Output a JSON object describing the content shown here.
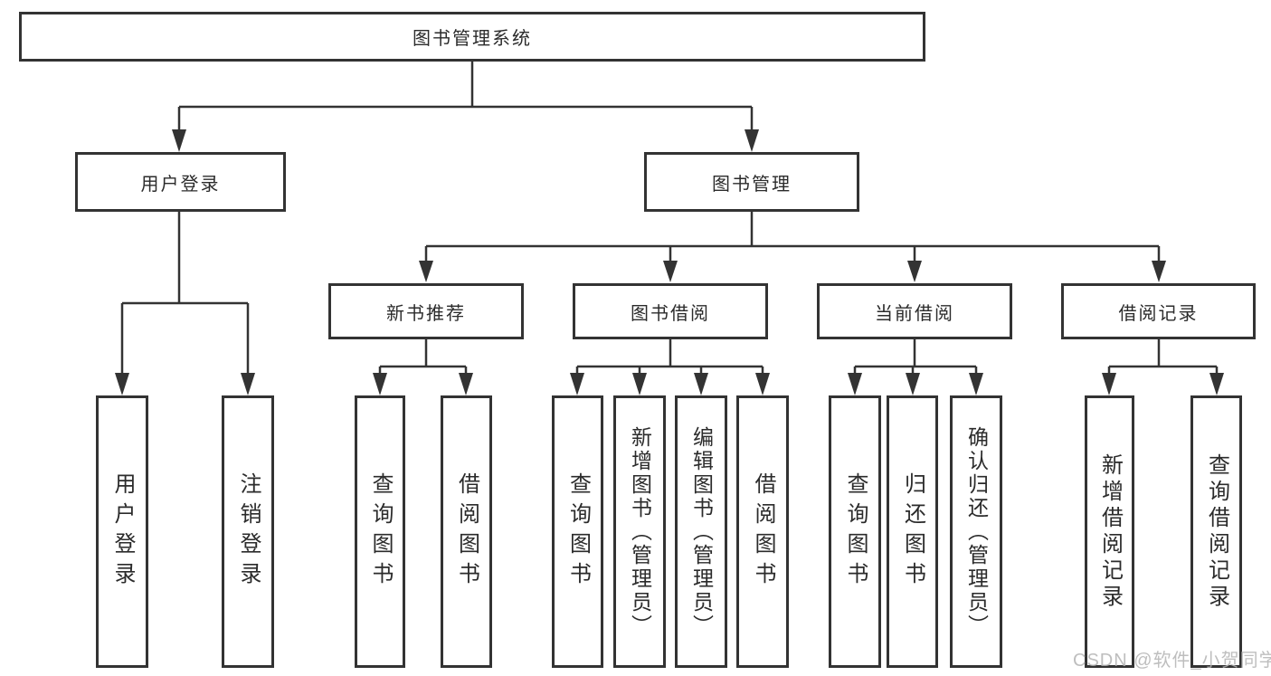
{
  "diagram": {
    "title": "图书管理系统",
    "watermark": "CSDN @软件_小贺同学",
    "colors": {
      "line": "#333333",
      "text": "#2b2b2b",
      "watermark": "#b3b3b3"
    },
    "nodes": {
      "root": {
        "label": "图书管理系统"
      },
      "user_login": {
        "label": "用户登录"
      },
      "book_mgmt": {
        "label": "图书管理"
      },
      "new_book_rec": {
        "label": "新书推荐"
      },
      "book_borrow": {
        "label": "图书借阅"
      },
      "current_borrow": {
        "label": "当前借阅"
      },
      "borrow_records": {
        "label": "借阅记录"
      },
      "leaf_user_login": {
        "label": "用户登录"
      },
      "leaf_logout": {
        "label": "注销登录"
      },
      "leaf_nb_query": {
        "label": "查询图书"
      },
      "leaf_nb_borrow": {
        "label": "借阅图书"
      },
      "leaf_bw_query": {
        "label": "查询图书"
      },
      "leaf_bw_add": {
        "label": "新增图书（管理员）"
      },
      "leaf_bw_edit": {
        "label": "编辑图书（管理员）"
      },
      "leaf_bw_borrow": {
        "label": "借阅图书"
      },
      "leaf_cb_query": {
        "label": "查询图书"
      },
      "leaf_cb_return": {
        "label": "归还图书"
      },
      "leaf_cb_confirm": {
        "label": "确认归还（管理员）"
      },
      "leaf_rec_add": {
        "label": "新增借阅记录"
      },
      "leaf_rec_query": {
        "label": "查询借阅记录"
      }
    }
  }
}
